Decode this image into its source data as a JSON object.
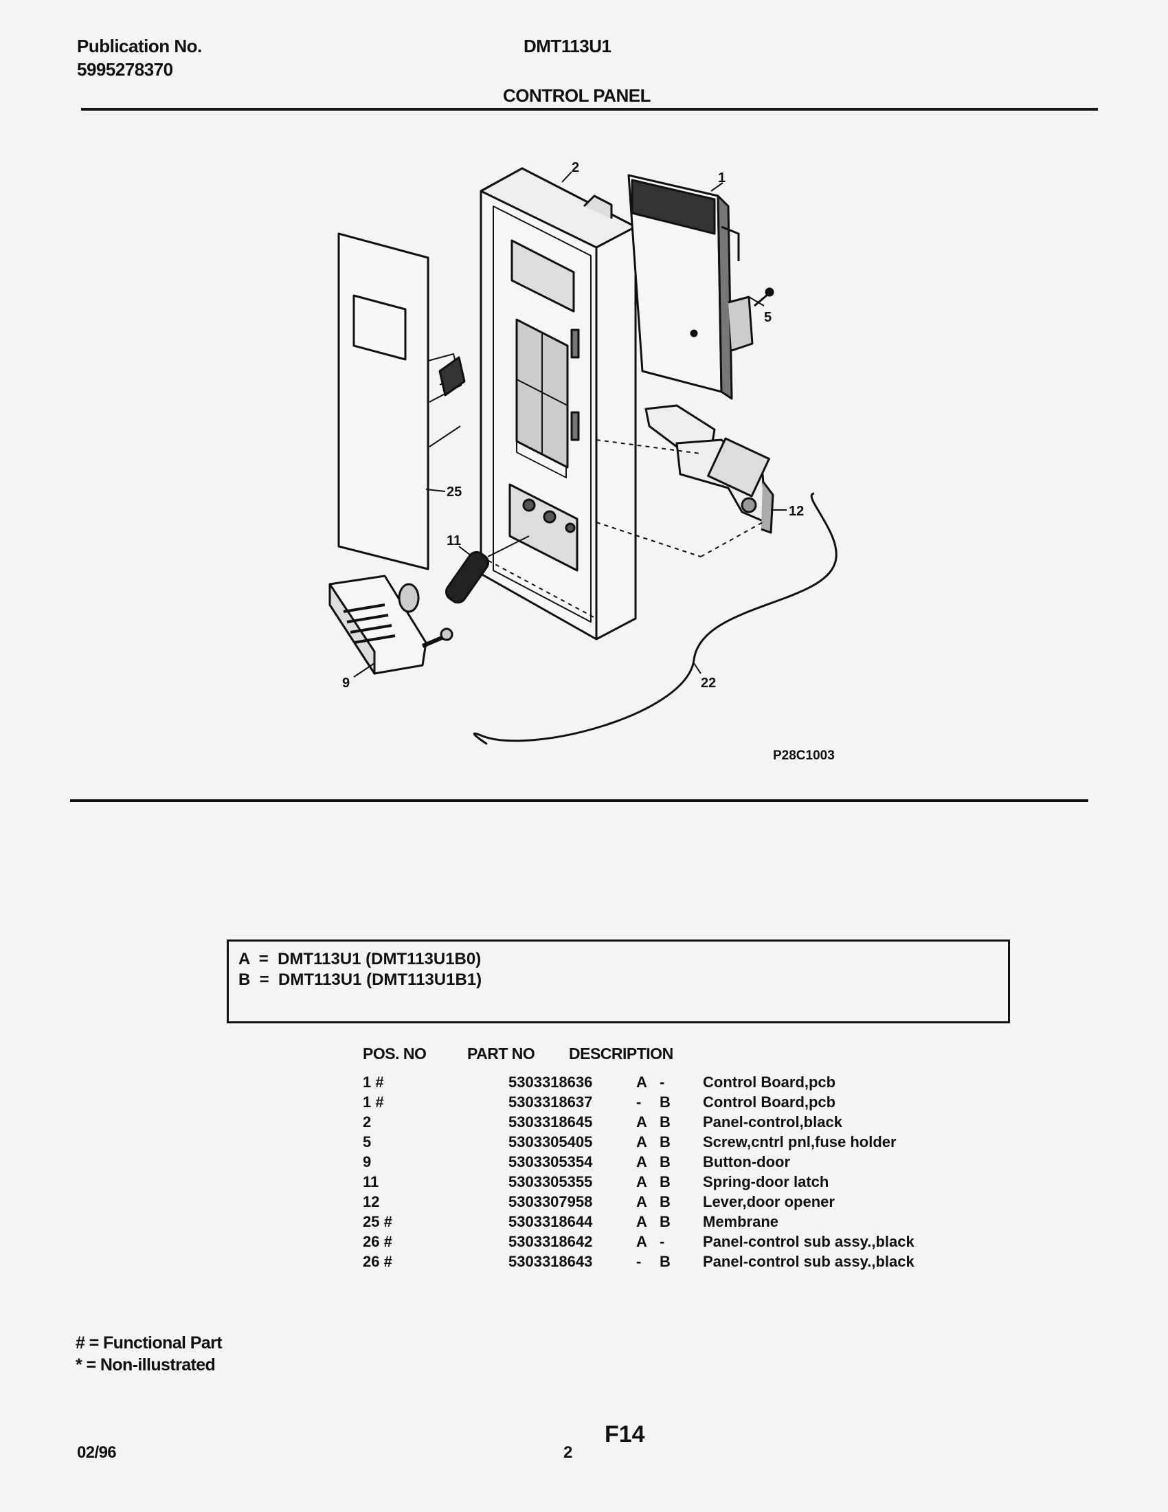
{
  "header": {
    "publication_label": "Publication No.",
    "publication_number": "5995278370",
    "model": "DMT113U1",
    "section": "CONTROL PANEL"
  },
  "diagram": {
    "reference_code": "P28C1003",
    "callouts": [
      "1",
      "2",
      "5",
      "9",
      "11",
      "12",
      "22",
      "25"
    ]
  },
  "legend": {
    "lines": [
      "A  =  DMT113U1 (DMT113U1B0)",
      "B  =  DMT113U1 (DMT113U1B1)"
    ]
  },
  "parts_table": {
    "headers": [
      "POS. NO",
      "PART NO",
      "DESCRIPTION"
    ],
    "rows": [
      {
        "pos": "1 #",
        "part": "5303318636",
        "a": "A",
        "b": "-",
        "desc": "Control Board,pcb"
      },
      {
        "pos": "1 #",
        "part": "5303318637",
        "a": "-",
        "b": "B",
        "desc": "Control Board,pcb"
      },
      {
        "pos": "2",
        "part": "5303318645",
        "a": "A",
        "b": "B",
        "desc": "Panel-control,black"
      },
      {
        "pos": "5",
        "part": "5303305405",
        "a": "A",
        "b": "B",
        "desc": "Screw,cntrl pnl,fuse holder"
      },
      {
        "pos": "9",
        "part": "5303305354",
        "a": "A",
        "b": "B",
        "desc": "Button-door"
      },
      {
        "pos": "11",
        "part": "5303305355",
        "a": "A",
        "b": "B",
        "desc": "Spring-door latch"
      },
      {
        "pos": "12",
        "part": "5303307958",
        "a": "A",
        "b": "B",
        "desc": "Lever,door opener"
      },
      {
        "pos": "25 #",
        "part": "5303318644",
        "a": "A",
        "b": "B",
        "desc": "Membrane"
      },
      {
        "pos": "26 #",
        "part": "5303318642",
        "a": "A",
        "b": "-",
        "desc": "Panel-control sub assy.,black"
      },
      {
        "pos": "26 #",
        "part": "5303318643",
        "a": "-",
        "b": "B",
        "desc": "Panel-control sub assy.,black"
      }
    ]
  },
  "notes": {
    "functional": "# = Functional Part",
    "non_illustrated": "* = Non-illustrated"
  },
  "footer": {
    "date": "02/96",
    "page": "2",
    "code": "F14"
  }
}
